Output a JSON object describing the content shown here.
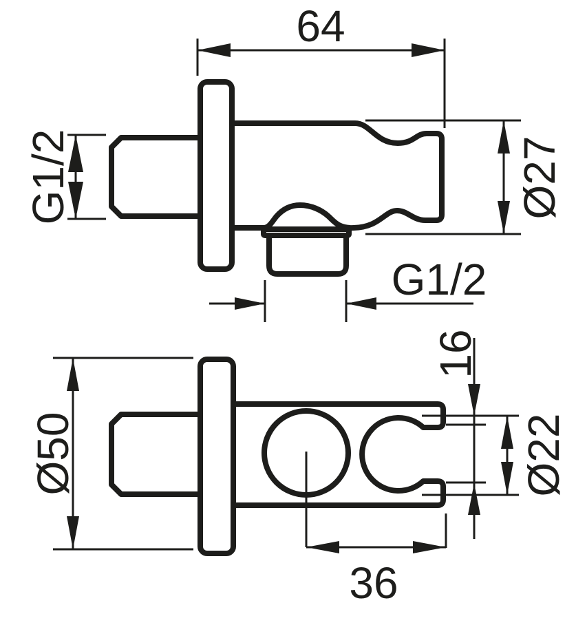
{
  "colors": {
    "line": "#1d1d1b",
    "background": "#ffffff"
  },
  "views": {
    "side": {
      "dims": {
        "width": "64",
        "inlet_thread": "G1/2",
        "holder_diameter": "Ø27",
        "outlet_thread": "G1/2"
      }
    },
    "front": {
      "dims": {
        "plate_diameter": "Ø50",
        "clip_opening": "16",
        "clip_diameter": "Ø22",
        "outlet_offset": "36"
      }
    }
  }
}
